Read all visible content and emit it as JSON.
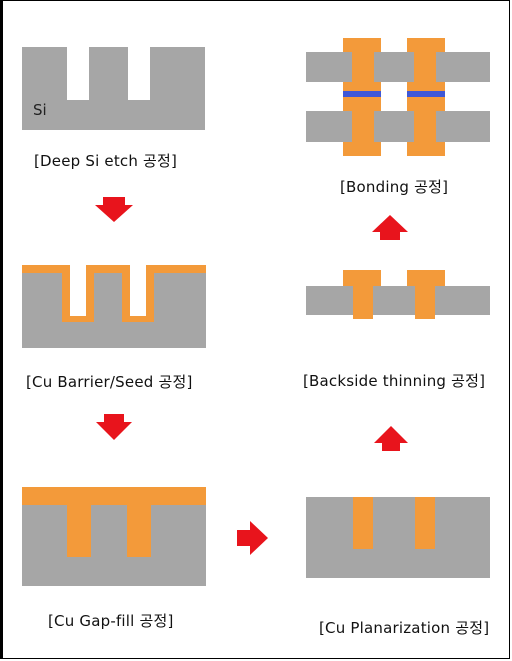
{
  "colors": {
    "silicon": "#a6a6a6",
    "copper": "#f39a3a",
    "bond": "#3f58d6",
    "arrow": "#e8141c"
  },
  "labels": {
    "si": "Si"
  },
  "steps": {
    "deep_si_etch": "[Deep Si etch 공정]",
    "cu_barrier_seed": "[Cu Barrier/Seed 공정]",
    "cu_gap_fill": "[Cu Gap-fill 공정]",
    "cu_planarization": "[Cu Planarization 공정]",
    "backside_thinning": "[Backside thinning 공정]",
    "bonding": "[Bonding 공정]"
  }
}
